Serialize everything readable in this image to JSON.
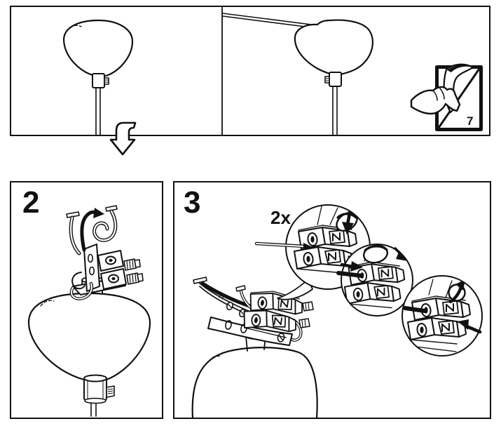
{
  "document": {
    "kind": "assembly-instruction-sheet",
    "background_color": "#ffffff",
    "line_color": "#111111"
  },
  "top_panel": {
    "page_turn_ref": "7"
  },
  "steps": [
    {
      "number": "2"
    },
    {
      "number": "3",
      "quantity_label": "2x"
    }
  ]
}
